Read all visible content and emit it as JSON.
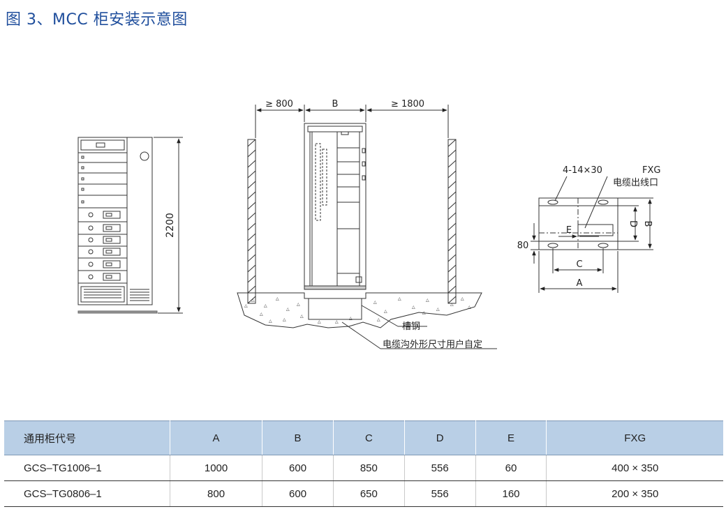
{
  "title": "图 3、MCC 柜安装示意图",
  "front_view": {
    "height_label": "2200"
  },
  "side_view": {
    "dim_left": "≥ 800",
    "dim_mid": "B",
    "dim_right": "≥ 1800",
    "callout_steel": "槽钢",
    "callout_trench": "电缆沟外形尺寸用户自定"
  },
  "plan_view": {
    "hole_label": "4-14×30",
    "fxg_label": "FXG",
    "outlet_label": "电缆出线口",
    "label_d": "D",
    "label_b": "B",
    "label_e": "E",
    "label_80": "80",
    "label_c": "C",
    "label_a": "A"
  },
  "table": {
    "headers": [
      "通用柜代号",
      "A",
      "B",
      "C",
      "D",
      "E",
      "FXG"
    ],
    "rows": [
      [
        "GCS–TG1006–1",
        "1000",
        "600",
        "850",
        "556",
        "60",
        "400 × 350"
      ],
      [
        "GCS–TG0806–1",
        "800",
        "600",
        "650",
        "556",
        "160",
        "200 × 350"
      ]
    ]
  }
}
